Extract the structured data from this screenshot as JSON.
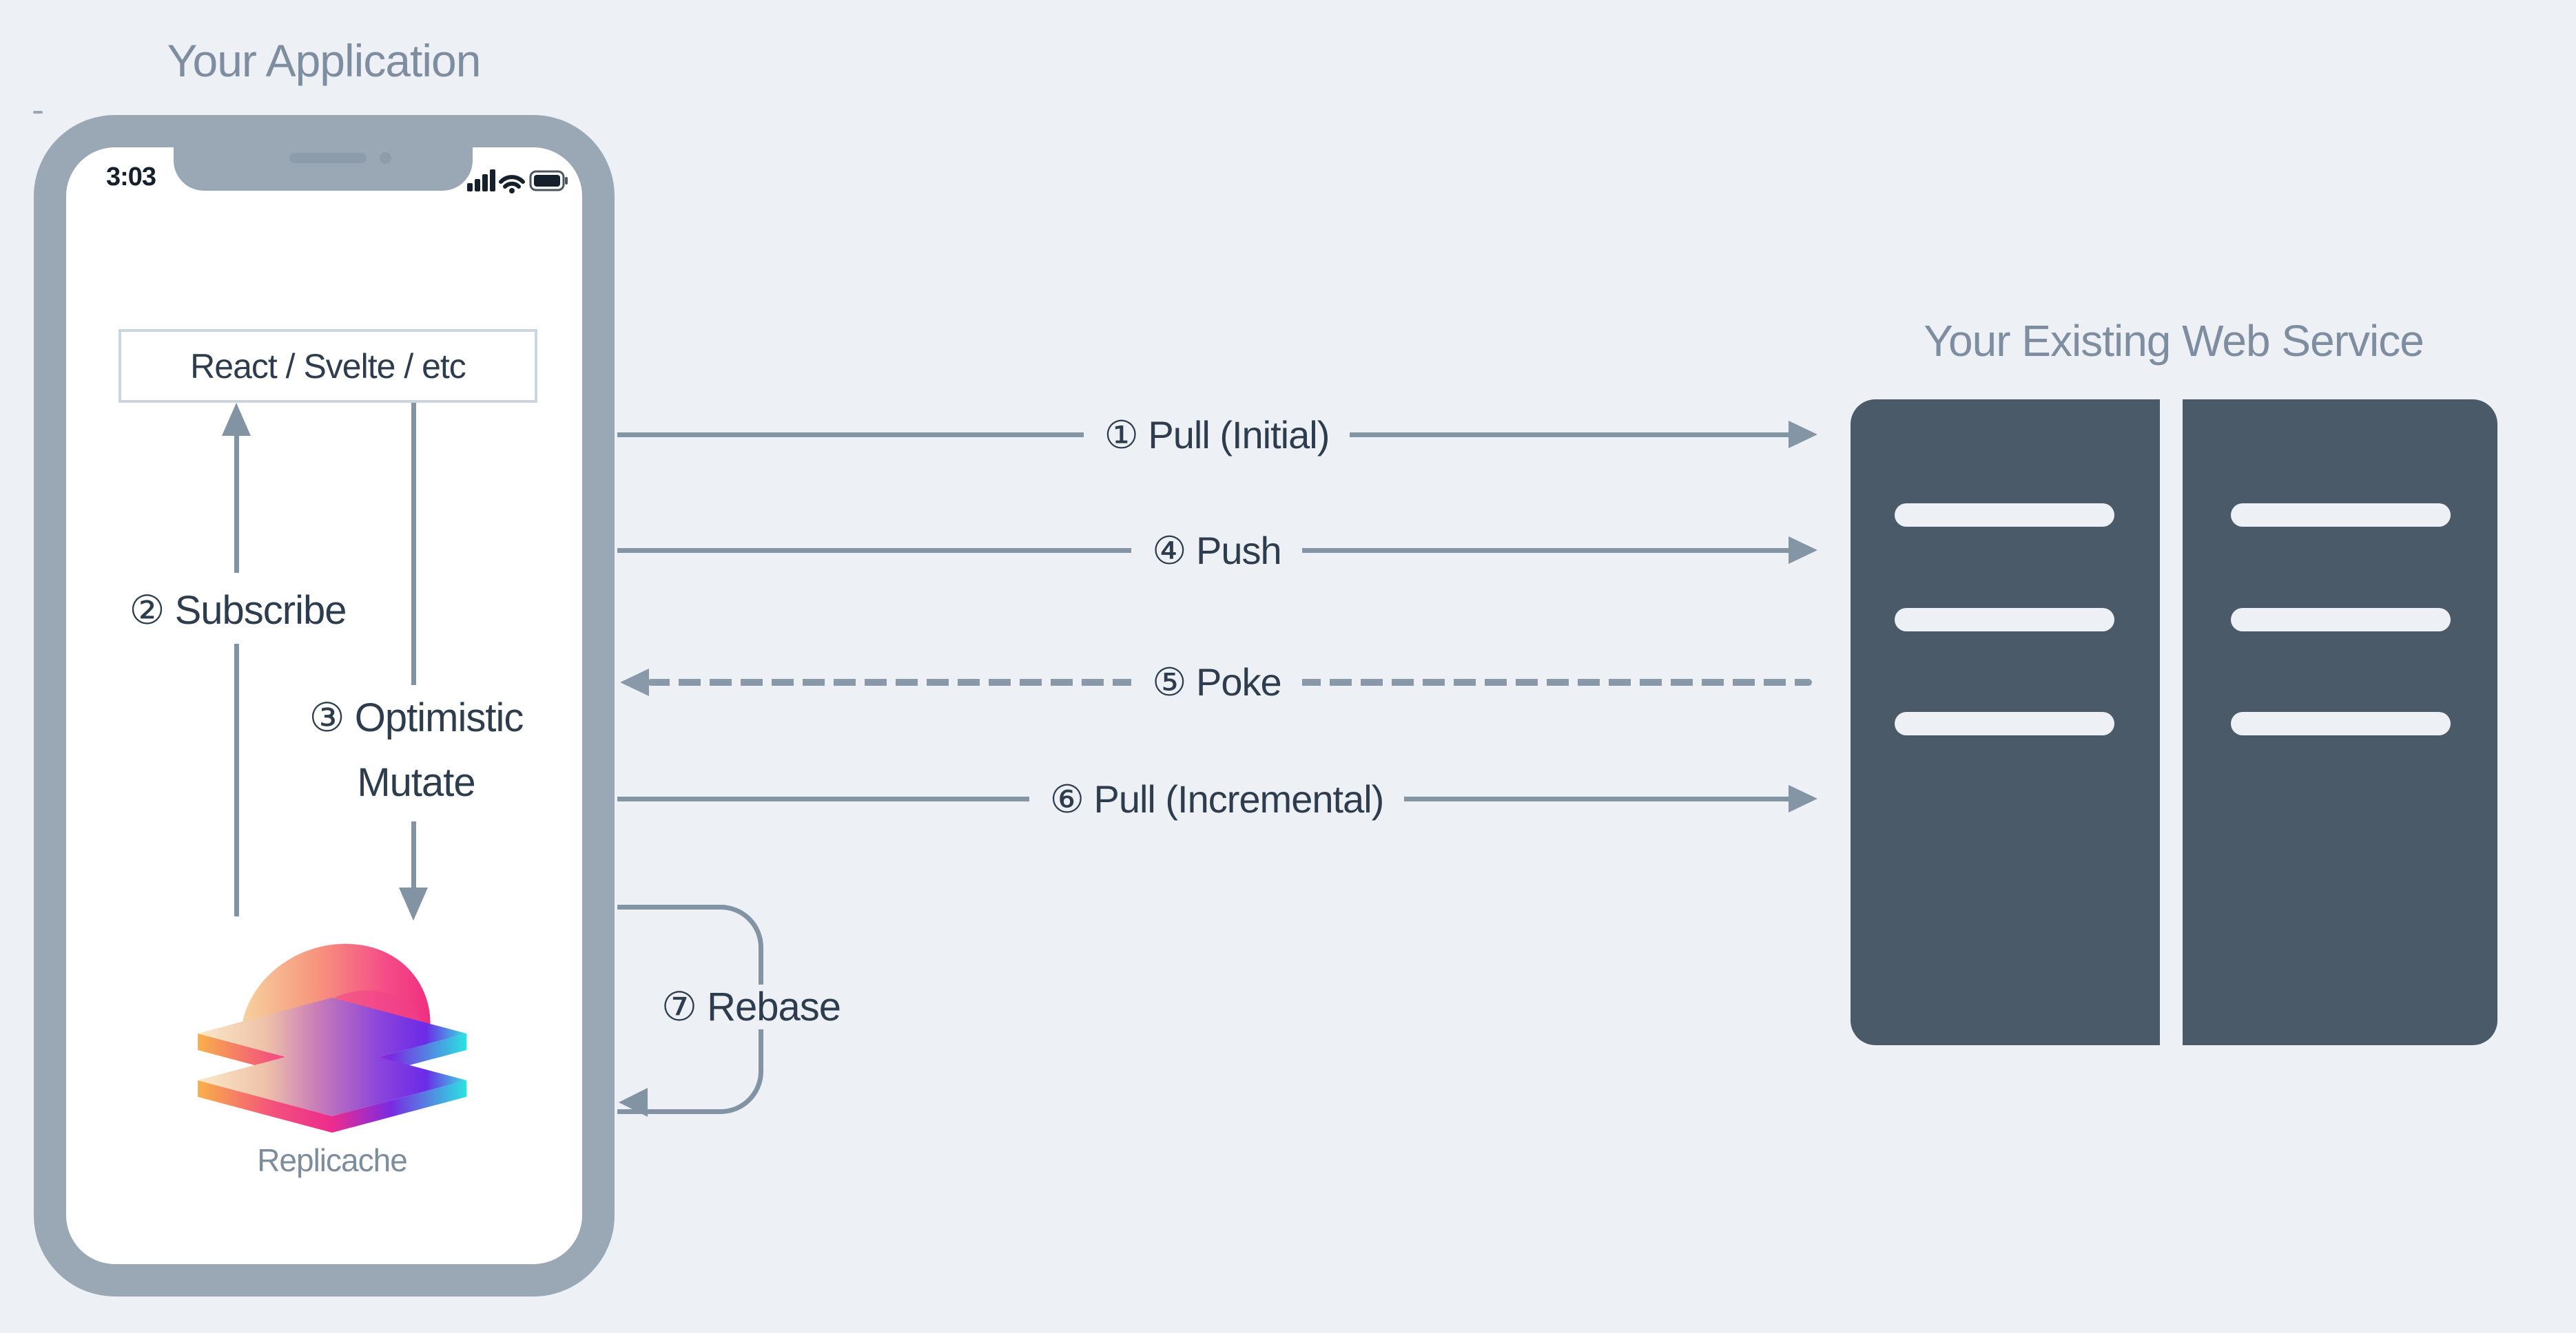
{
  "page": {
    "background_color": "#EDF1F5"
  },
  "application": {
    "title": "Your Application",
    "phone": {
      "status_time": "3:03",
      "status_icons": [
        "signal-bars-icon",
        "wifi-icon",
        "battery-icon"
      ],
      "framework_box_label": "React / Svelte / etc",
      "logo_icon": "replicache-logo-icon",
      "logo_label": "Replicache"
    },
    "internal_flows": {
      "subscribe": "② Subscribe",
      "optimistic_mutate_line1": "③ Optimistic",
      "optimistic_mutate_line2": "Mutate"
    }
  },
  "connections": {
    "pull_initial": "① Pull (Initial)",
    "push": "④ Push",
    "poke": "⑤ Poke",
    "pull_incremental": "⑥ Pull (Incremental)",
    "rebase": "⑦ Rebase",
    "poke_style": "dashed, arrow points left toward app",
    "solid_arrows_point": "right toward web service"
  },
  "web_service": {
    "title": "Your Existing Web Service",
    "rack_count": 2,
    "slots_per_rack": 3
  },
  "colors": {
    "background": "#EDF1F5",
    "phone_frame": "#9AA8B5",
    "arrow_slate": "#8495A5",
    "dark_label_text": "#2E3D4D",
    "muted_title_text": "#7E8EA0",
    "server_fill": "#4A5A68",
    "logo_gradient": [
      "#F6D39E",
      "#F7957D",
      "#F54E87",
      "#8A43DC",
      "#38E0E0"
    ]
  }
}
